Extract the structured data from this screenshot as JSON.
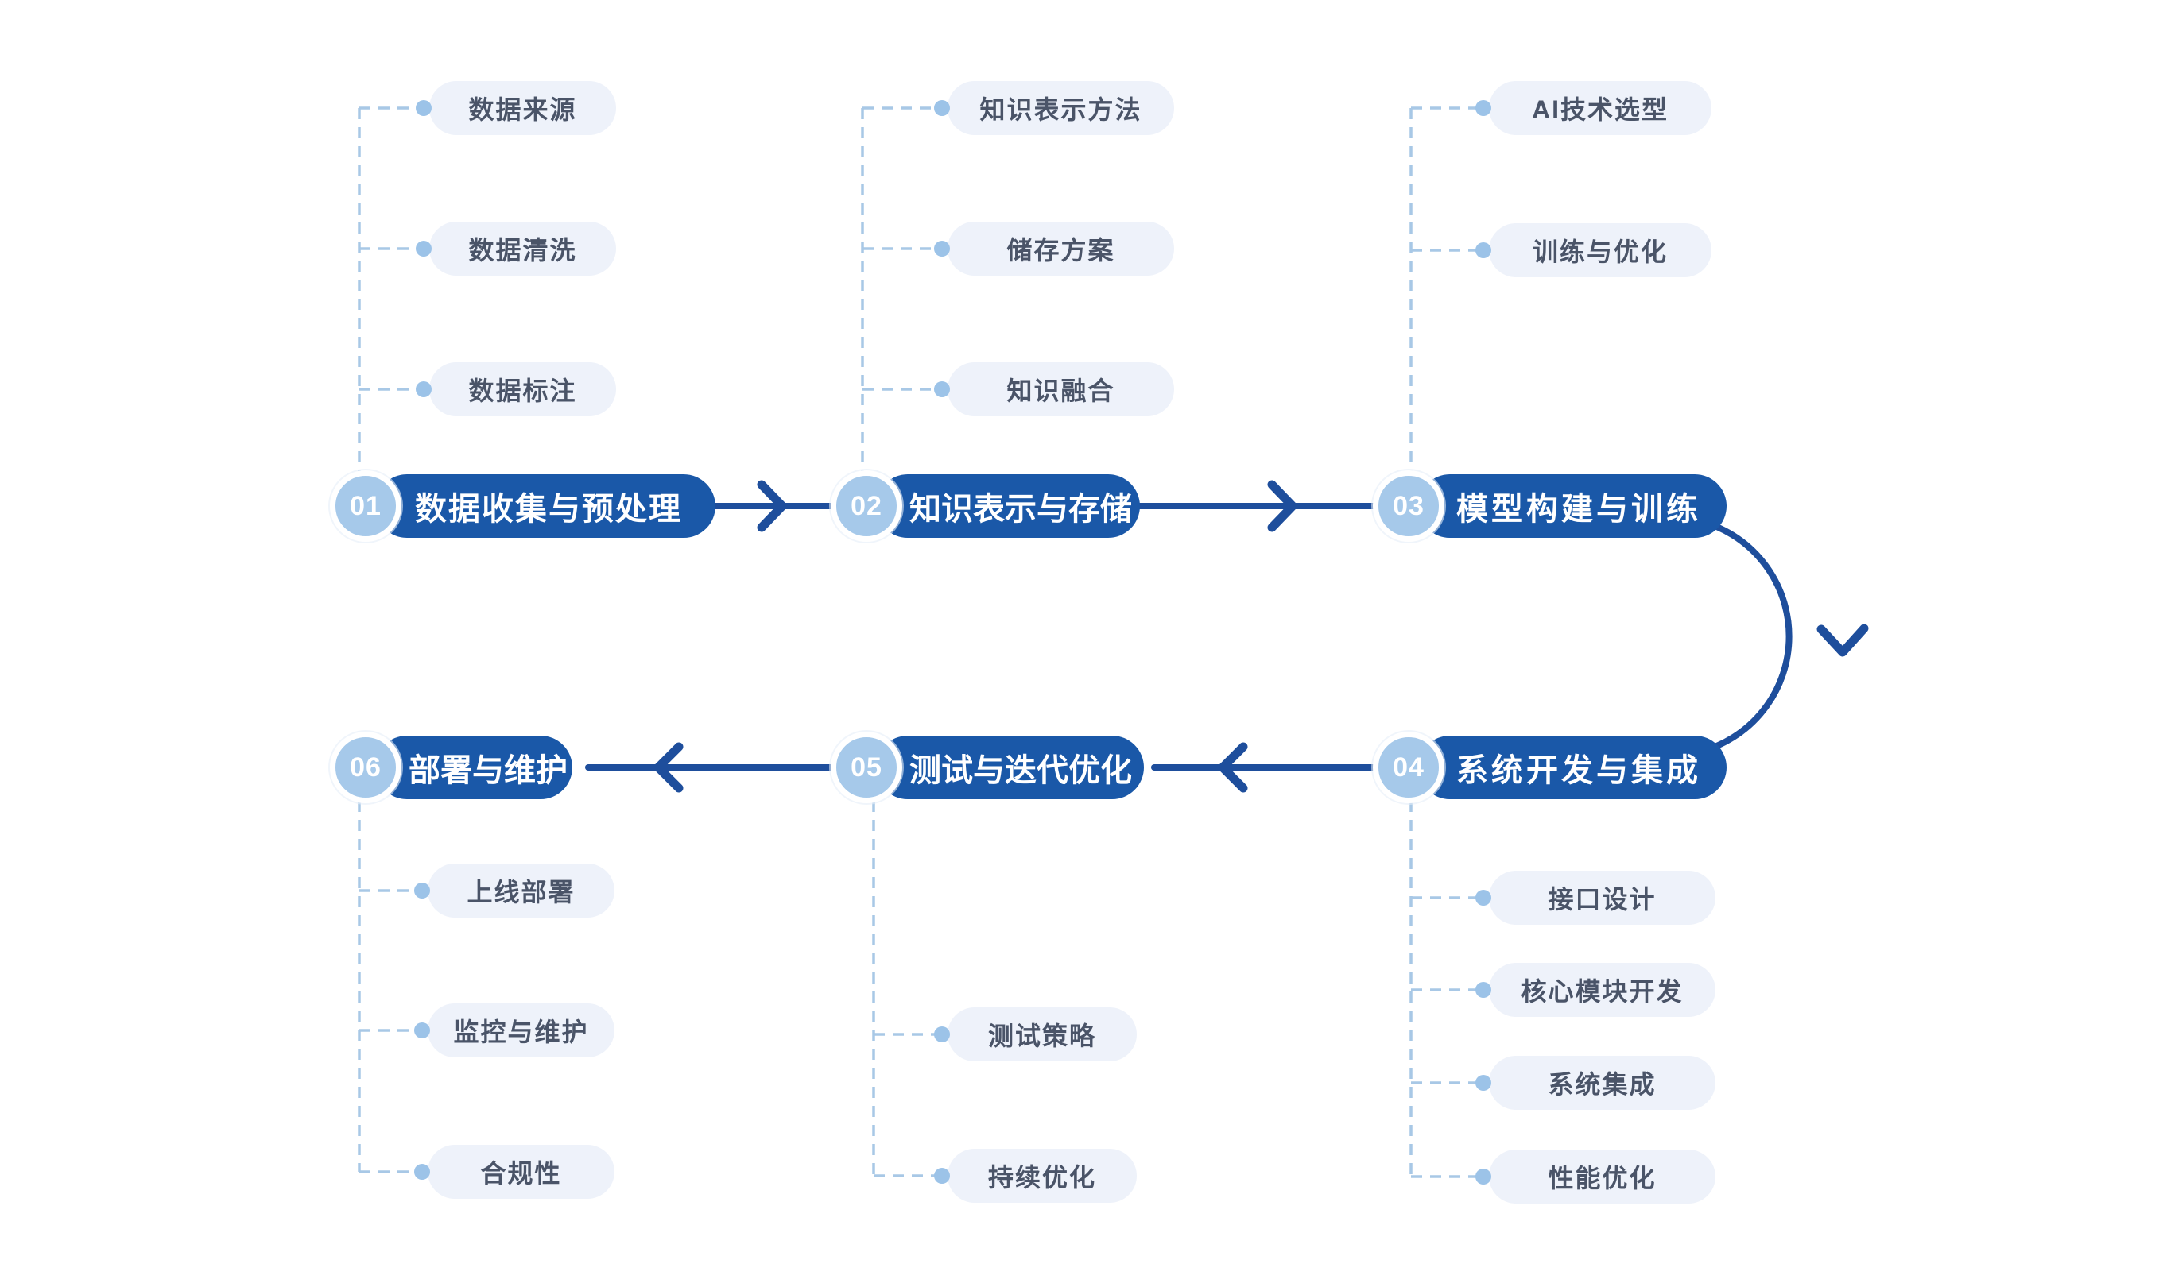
{
  "colors": {
    "primary": "#1a58a8",
    "arrow": "#1e4e9c",
    "circle": "#a6c9ea",
    "subpill-bg": "#eef2fa",
    "subpill-text": "#4a5468",
    "dash": "#a8c8e6",
    "dot": "#9cc3e8",
    "page-bg": "#ffffff"
  },
  "stages": [
    {
      "number": "01",
      "title": "数据收集与预处理",
      "items": [
        "数据来源",
        "数据清洗",
        "数据标注"
      ]
    },
    {
      "number": "02",
      "title": "知识表示与存储",
      "items": [
        "知识表示方法",
        "储存方案",
        "知识融合"
      ]
    },
    {
      "number": "03",
      "title": "模型构建与训练",
      "items": [
        "AI技术选型",
        "训练与优化"
      ]
    },
    {
      "number": "04",
      "title": "系统开发与集成",
      "items": [
        "接口设计",
        "核心模块开发",
        "系统集成",
        "性能优化"
      ]
    },
    {
      "number": "05",
      "title": "测试与迭代优化",
      "items": [
        "测试策略",
        "持续优化"
      ]
    },
    {
      "number": "06",
      "title": "部署与维护",
      "items": [
        "上线部署",
        "监控与维护",
        "合规性"
      ]
    }
  ]
}
